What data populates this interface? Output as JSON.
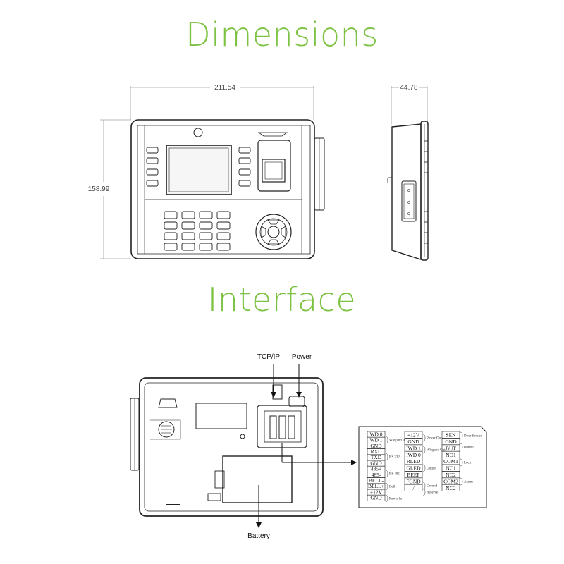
{
  "titles": {
    "dimensions": "Dimensions",
    "interface": "Interface"
  },
  "dimensions": {
    "width": "211.54",
    "depth": "44.78",
    "height": "158.99"
  },
  "callouts": {
    "tcpip": "TCP/IP",
    "power": "Power",
    "battery": "Battery"
  },
  "terminal": {
    "col1": [
      "WD 0",
      "WD 1",
      "GND",
      "RXD",
      "TXD",
      "GND",
      "485+",
      "485-",
      "BELL-",
      "BELL+",
      "+12V",
      "GND"
    ],
    "col1_groups": [
      "Wiegand In",
      "RS 232",
      "RS 485",
      "Bell",
      "Power In"
    ],
    "col2": [
      "+12V",
      "GND",
      "IWD 1",
      "IWD 0",
      "RLED",
      "GLED",
      "BEEP",
      "FGND",
      "/"
    ],
    "col2_groups": [
      "Power Out",
      "Wiegand Out",
      "Output",
      "Ground",
      "Reserve"
    ],
    "col3": [
      "SEN",
      "GND",
      "BUT",
      "NO1",
      "COM1",
      "NC1",
      "NO2",
      "COM2",
      "NC2"
    ],
    "col3_groups": [
      "Door Sensor",
      "Button",
      "Lock",
      "Alarm"
    ]
  }
}
